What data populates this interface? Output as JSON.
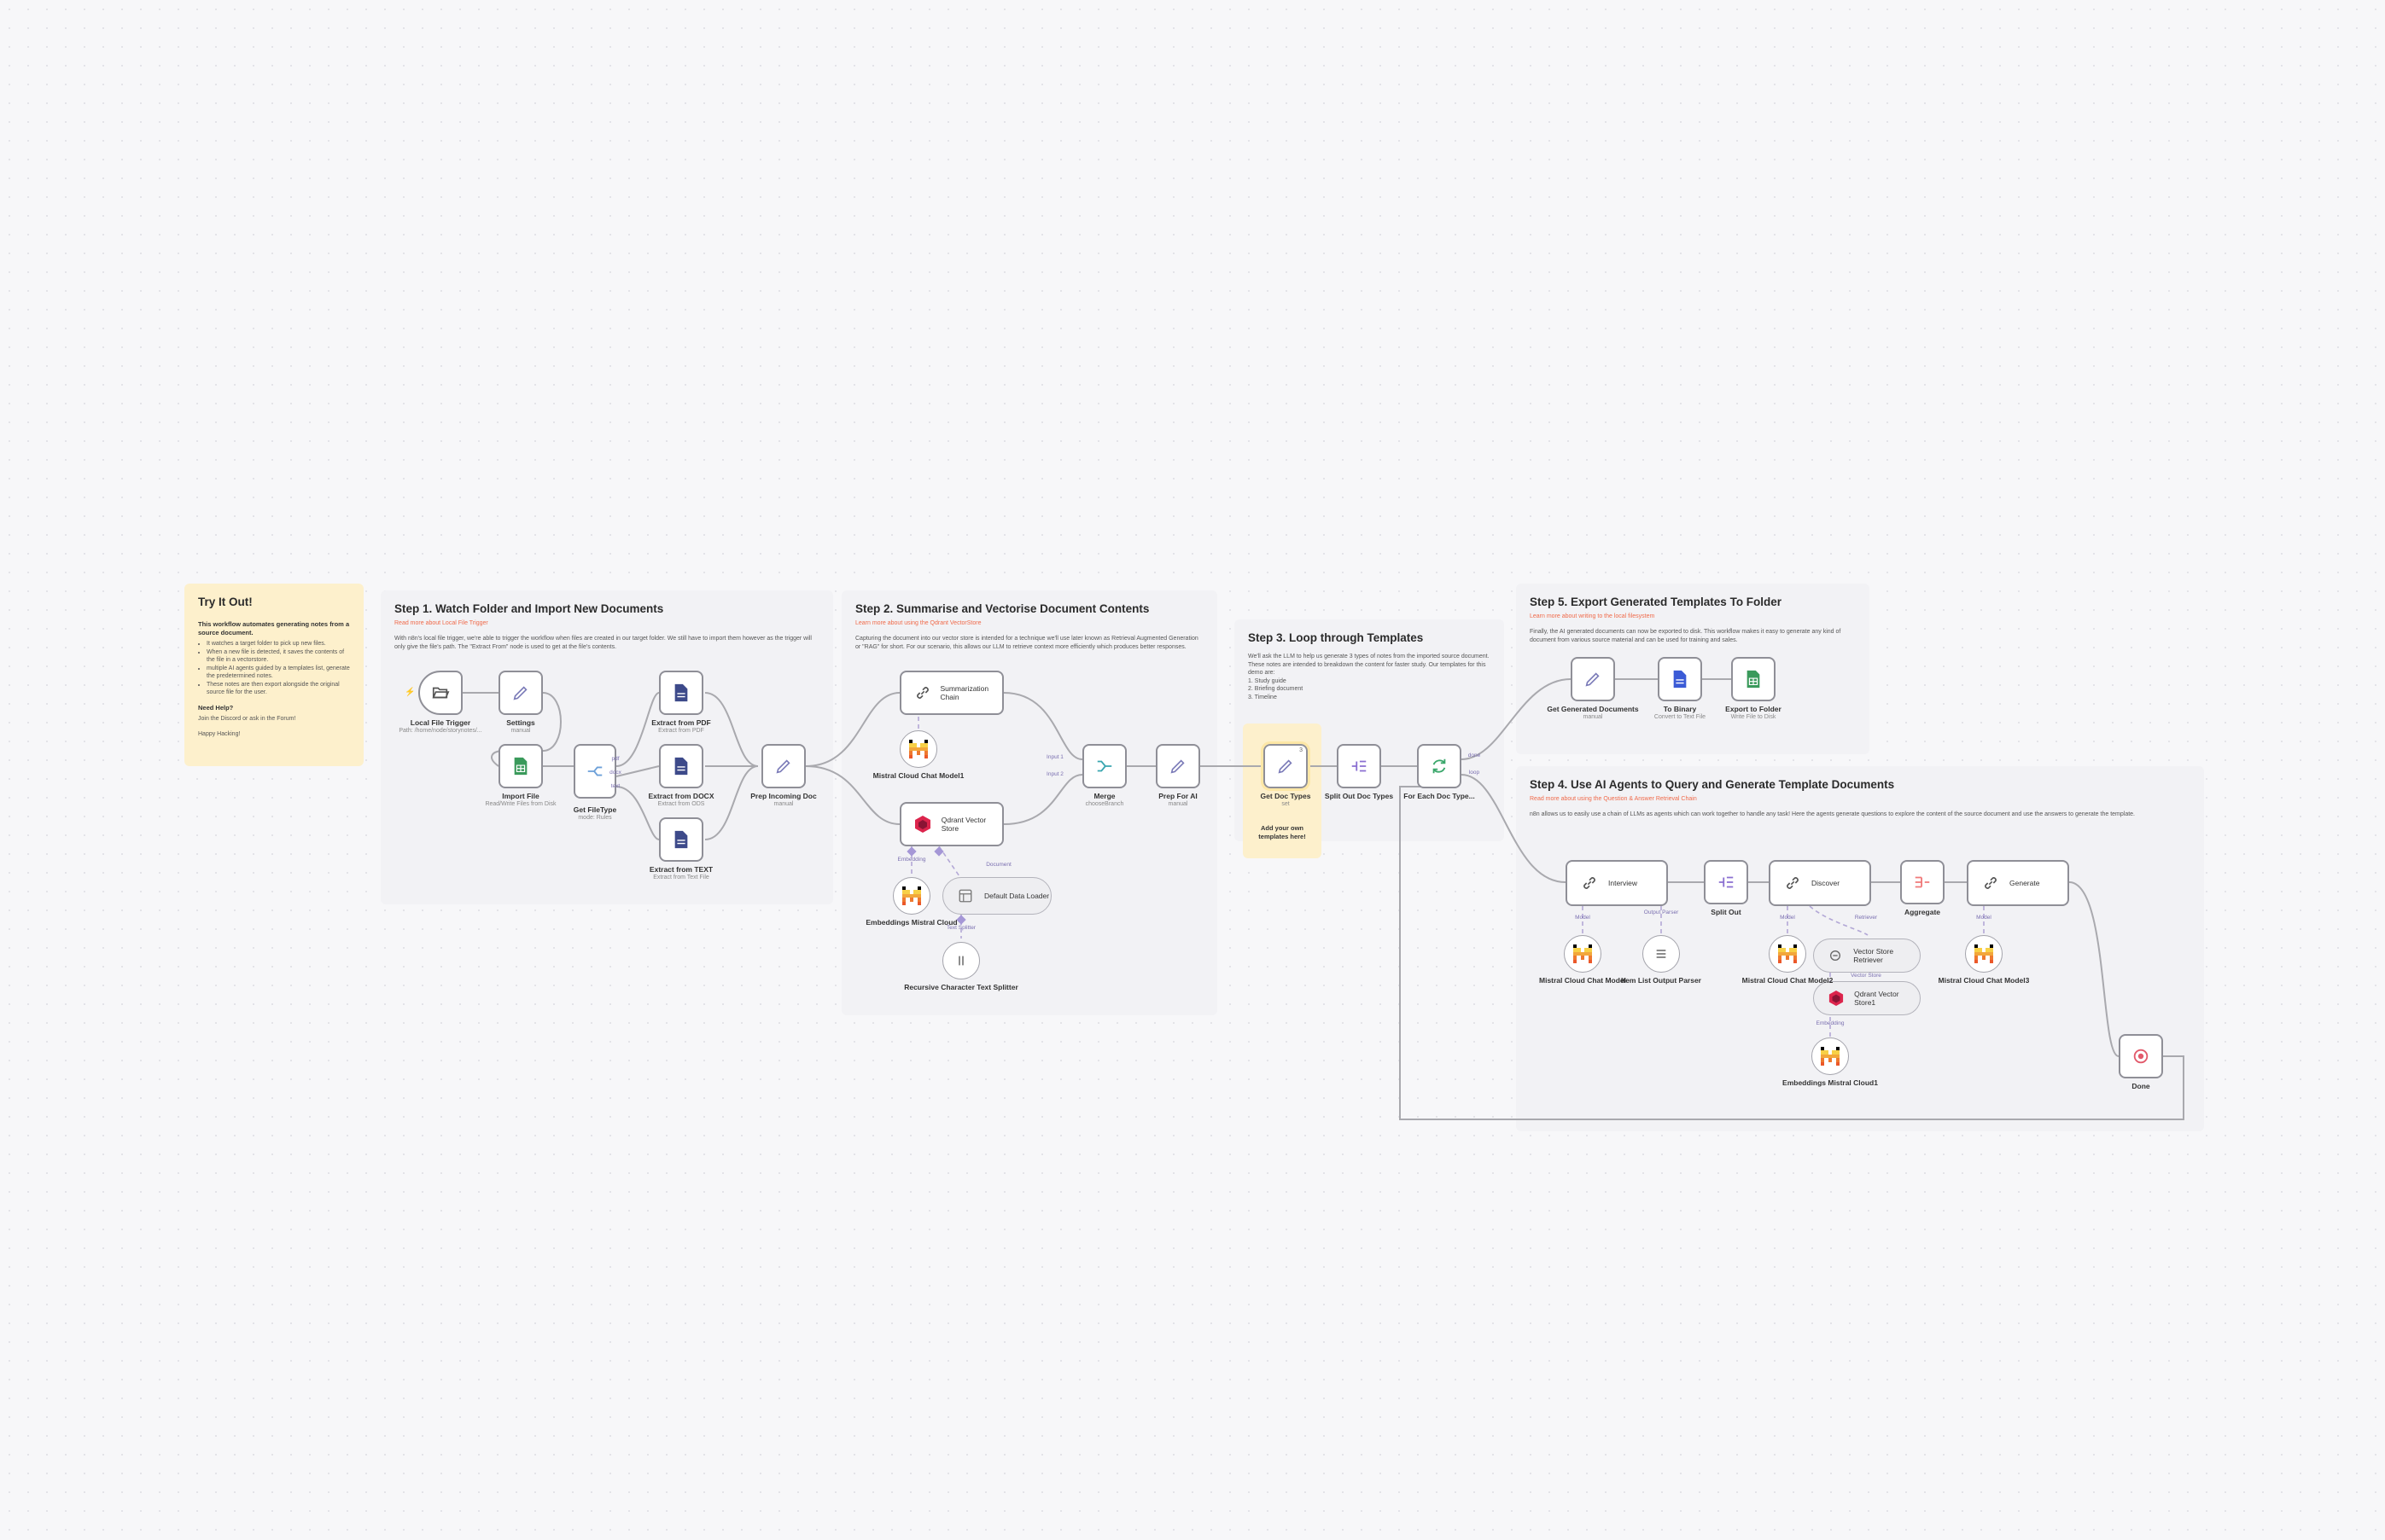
{
  "colors": {
    "accent": "#f06a4a",
    "sticky_yellow": "#fdf0cc",
    "sticky_grey": "#f2f2f5",
    "node_border": "#8f8f97",
    "sub_connection": "#a597d6",
    "highlight": "#fde7a6"
  },
  "stickies": {
    "try": {
      "title": "Try It Out!",
      "intro": "This workflow automates generating notes from a source document.",
      "bullets": [
        "It watches a target folder to pick up new files.",
        "When a new file is detected, it saves the contents of the file in a vectorstore.",
        "multiple AI agents guided by a templates list, generate the predetermined notes.",
        "These notes are then export alongside the original source file for the user."
      ],
      "help_title": "Need Help?",
      "help_text": "Join the Discord or ask in the Forum!",
      "sign": "Happy Hacking!"
    },
    "step1": {
      "title": "Step 1. Watch Folder and Import New Documents",
      "link": "Read more about Local File Trigger",
      "text": "With n8n's local file trigger, we're able to trigger the workflow when files are created in our target folder. We still have to import them however as the trigger will only give the file's path. The \"Extract From\" node is used to get at the file's contents."
    },
    "step2": {
      "title": "Step 2. Summarise and Vectorise Document Contents",
      "link": "Learn more about using the Qdrant VectorStore",
      "text": "Capturing the document into our vector store is intended for a technique we'll use later known as Retrieval Augmented Generation or \"RAG\" for short. For our scenario, this allows our LLM to retrieve context more efficiently which produces better responses."
    },
    "step3": {
      "title": "Step 3. Loop through Templates",
      "text": "We'll ask the LLM to help us generate 3 types of notes from the imported source document. These notes are intended to breakdown the content for faster study. Our templates for this demo are:",
      "items": [
        "1. Study guide",
        "2. Briefing document",
        "3. Timeline"
      ]
    },
    "step4": {
      "title": "Step 4. Use AI Agents to Query and Generate Template Documents",
      "link": "Read more about using the Question & Answer Retrieval Chain",
      "text": "n8n allows us to easily use a chain of LLMs as agents which can work together to handle any task! Here the agents generate questions to explore the content of the source document and use the answers to generate the template."
    },
    "step5": {
      "title": "Step 5. Export Generated Templates To Folder",
      "link": "Learn more about writing to the local filesystem",
      "text": "Finally, the AI generated documents can now be exported to disk. This workflow makes it easy to generate any kind of document from various source material and can be used for training and sales."
    },
    "custom": {
      "text": "Add your own templates here!"
    }
  },
  "nodes": {
    "local_trigger": {
      "title": "Local File Trigger",
      "sub": "Path: /home/node/storynotes/..."
    },
    "settings": {
      "title": "Settings",
      "sub": "manual"
    },
    "import_file": {
      "title": "Import File",
      "sub": "Read/Write Files from Disk"
    },
    "get_filetype": {
      "title": "Get FileType",
      "sub": "mode: Rules"
    },
    "extract_pdf": {
      "title": "Extract from PDF",
      "sub": "Extract from PDF"
    },
    "extract_docx": {
      "title": "Extract from DOCX",
      "sub": "Extract from ODS"
    },
    "extract_text": {
      "title": "Extract from TEXT",
      "sub": "Extract from Text File"
    },
    "prep_doc": {
      "title": "Prep Incoming Doc",
      "sub": "manual"
    },
    "summarization": {
      "label": "Summarization Chain"
    },
    "mistral_chat": {
      "title": "Mistral Cloud Chat Model1"
    },
    "qdrant_store": {
      "label": "Qdrant Vector Store"
    },
    "embeddings": {
      "title": "Embeddings Mistral Cloud"
    },
    "data_loader": {
      "label": "Default Data Loader"
    },
    "text_splitter": {
      "title": "Recursive Character Text Splitter"
    },
    "merge": {
      "title": "Merge",
      "sub": "chooseBranch"
    },
    "prep_ai": {
      "title": "Prep For AI",
      "sub": "manual"
    },
    "get_doc_types": {
      "title": "Get Doc Types",
      "sub": "set",
      "badge": "3"
    },
    "split_doc_types": {
      "title": "Split Out Doc Types"
    },
    "for_each": {
      "title": "For Each Doc Type..."
    },
    "get_generated": {
      "title": "Get Generated Documents",
      "sub": "manual"
    },
    "to_binary": {
      "title": "To Binary",
      "sub": "Convert to Text File"
    },
    "export_folder": {
      "title": "Export to Folder",
      "sub": "Write File to Disk"
    },
    "interview": {
      "label": "Interview"
    },
    "split_out": {
      "title": "Split Out"
    },
    "discover": {
      "label": "Discover"
    },
    "aggregate": {
      "title": "Aggregate"
    },
    "generate": {
      "label": "Generate"
    },
    "mistral_chat_model": {
      "title": "Mistral Cloud Chat Model"
    },
    "output_parser": {
      "title": "Item List Output Parser"
    },
    "mistral_chat_2": {
      "title": "Mistral Cloud Chat Model2"
    },
    "vector_retriever": {
      "label": "Vector Store Retriever"
    },
    "qdrant_store_1": {
      "label": "Qdrant Vector Store1"
    },
    "mistral_chat_3": {
      "title": "Mistral Cloud Chat Model3"
    },
    "embeddings_1": {
      "title": "Embeddings Mistral Cloud1"
    },
    "done": {
      "title": "Done"
    }
  },
  "handles": {
    "model": "Model",
    "output_parser": "Output Parser",
    "embedding": "Embedding",
    "document": "Document",
    "text_splitter": "Text Splitter",
    "retriever": "Retriever",
    "vector_store": "Vector Store",
    "loop": "loop",
    "done": "done",
    "input1": "Input 1",
    "input2": "Input 2",
    "pdf": "pdf",
    "docx": "docx",
    "text": "text"
  }
}
